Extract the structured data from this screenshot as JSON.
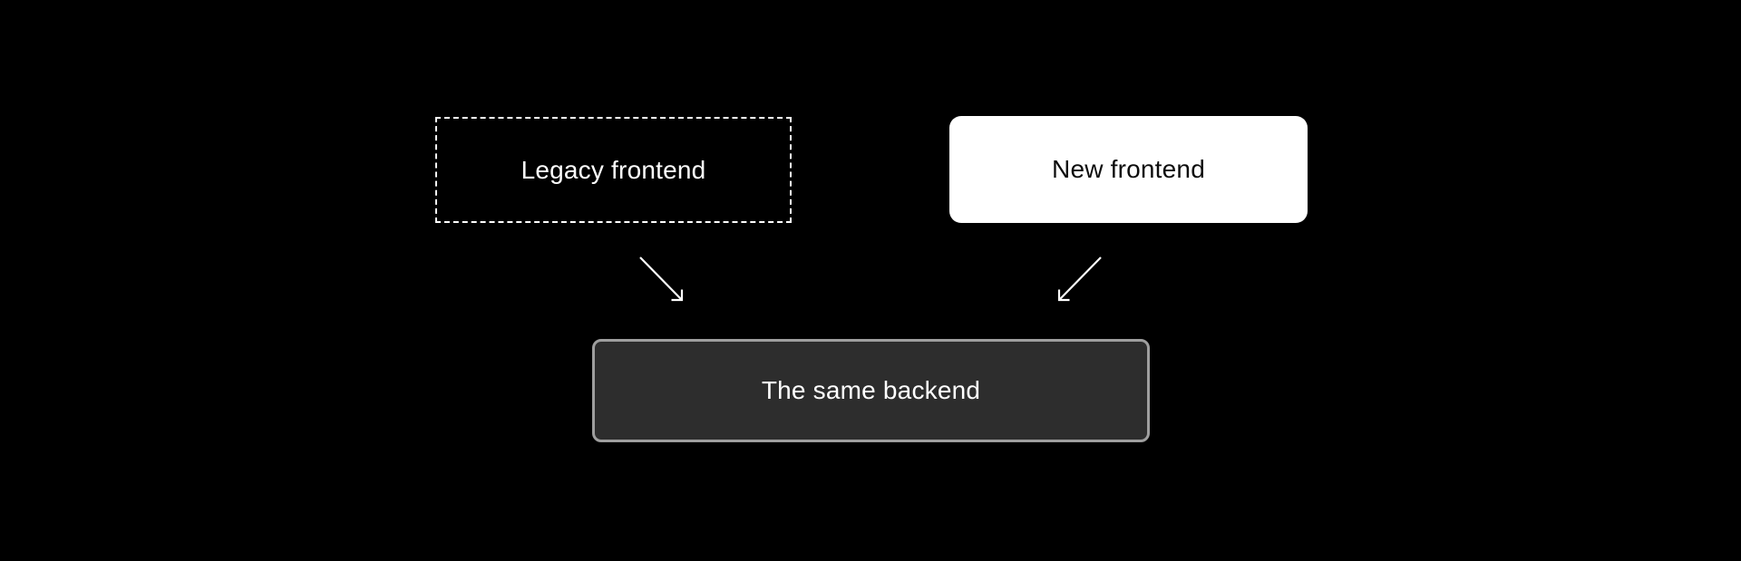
{
  "diagram": {
    "title": "frontend-backend-architecture",
    "nodes": {
      "legacy": {
        "label": "Legacy frontend"
      },
      "new": {
        "label": "New frontend"
      },
      "backend": {
        "label": "The same backend"
      }
    },
    "edges": [
      {
        "from": "legacy",
        "to": "backend"
      },
      {
        "from": "new",
        "to": "backend"
      }
    ]
  },
  "colors": {
    "background": "#000000",
    "arrow": "#ffffff",
    "legacy_border": "#ffffff",
    "legacy_text": "#ffffff",
    "new_fill": "#ffffff",
    "new_text": "#0d0d0d",
    "backend_fill": "#2d2d2d",
    "backend_border": "#9e9e9e",
    "backend_text": "#ffffff"
  }
}
